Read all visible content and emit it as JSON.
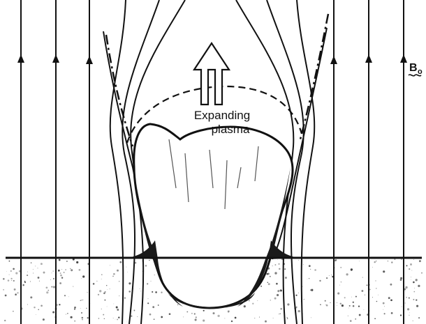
{
  "labels": {
    "plasma_line1": "Expanding",
    "plasma_line2": "plasma",
    "field_symbol": "B",
    "field_subscript": "o"
  },
  "colors": {
    "ink": "#111111",
    "background": "#ffffff",
    "shading": "#1a1a1a"
  }
}
